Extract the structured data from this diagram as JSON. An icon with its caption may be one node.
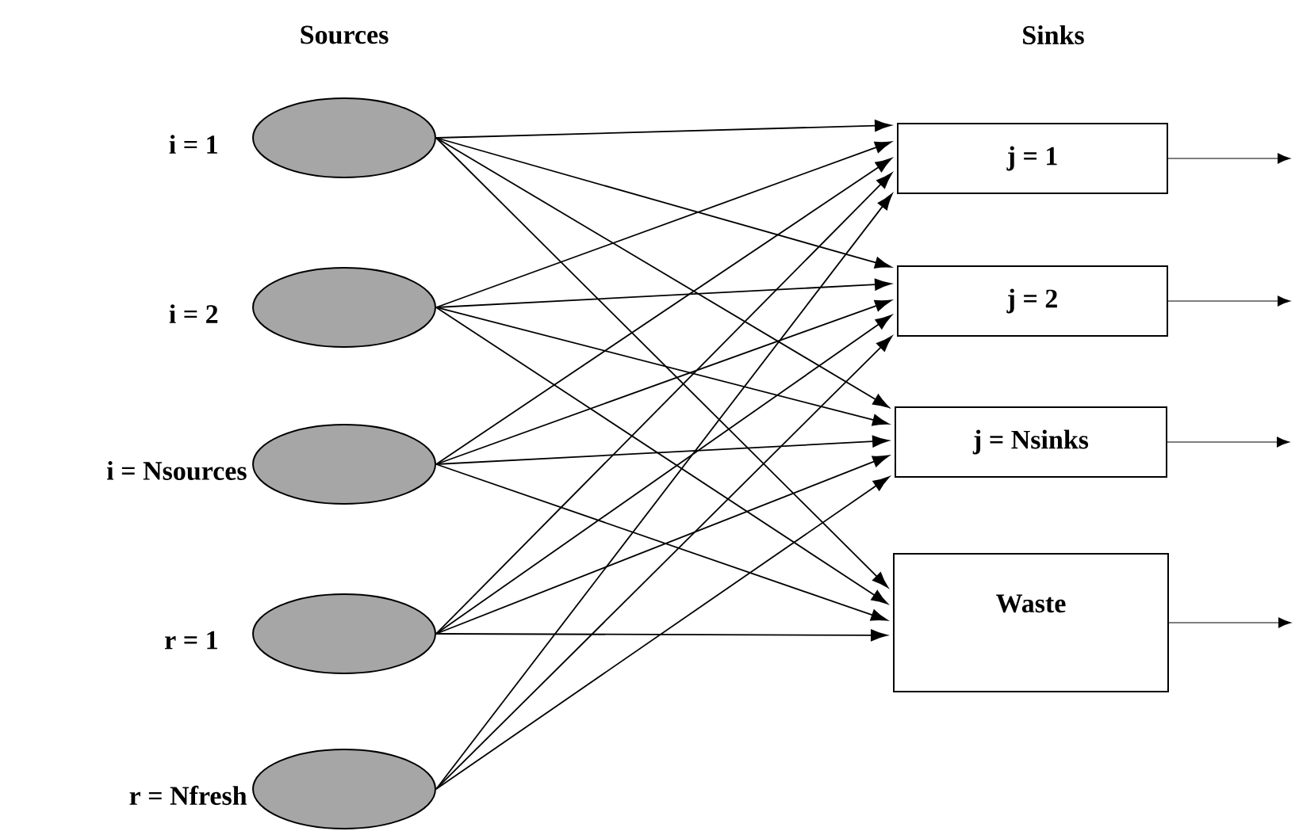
{
  "diagram": {
    "nodes": [
      {
        "text": [],
        "shape": "ellipse",
        "beside": [
          "i = 1"
        ]
      },
      {
        "text": [],
        "shape": "ellipse",
        "beside": [
          "i = 2"
        ]
      },
      {
        "text": [],
        "shape": "ellipse",
        "beside": [
          "i = Nsources"
        ]
      },
      {
        "text": [],
        "shape": "ellipse",
        "beside": [
          "r = 1"
        ]
      },
      {
        "text": [],
        "shape": "ellipse",
        "beside": [
          "r = Nfresh"
        ]
      },
      {
        "text": [
          "j = 1"
        ]
      },
      {
        "text": [
          "j = 2"
        ]
      },
      {
        "text": [
          "j = Nsinks"
        ]
      },
      {
        "text": [
          "Waste"
        ]
      }
    ],
    "edges": [
      {
        "from": 0,
        "to": 5,
        "arrow": "to"
      },
      {
        "from": 0,
        "to": 6,
        "arrow": "to"
      },
      {
        "from": 0,
        "to": 7,
        "arrow": "to"
      },
      {
        "from": 0,
        "to": 8,
        "arrow": "to"
      },
      {
        "from": 1,
        "to": 5,
        "arrow": "to"
      },
      {
        "from": 1,
        "to": 6,
        "arrow": "to"
      },
      {
        "from": 1,
        "to": 7,
        "arrow": "to"
      },
      {
        "from": 1,
        "to": 8,
        "arrow": "to"
      },
      {
        "from": 2,
        "to": 5,
        "arrow": "to"
      },
      {
        "from": 2,
        "to": 6,
        "arrow": "to"
      },
      {
        "from": 2,
        "to": 7,
        "arrow": "to"
      },
      {
        "from": 2,
        "to": 8,
        "arrow": "to"
      },
      {
        "from": 3,
        "to": 5,
        "arrow": "to"
      },
      {
        "from": 3,
        "to": 6,
        "arrow": "to"
      },
      {
        "from": 3,
        "to": 7,
        "arrow": "to"
      },
      {
        "from": 3,
        "to": 8,
        "arrow": "to"
      },
      {
        "from": 4,
        "to": 5,
        "arrow": "to"
      },
      {
        "from": 4,
        "to": 6,
        "arrow": "to"
      },
      {
        "from": 4,
        "to": 7,
        "arrow": "to"
      },
      {
        "from": 5,
        "to": null,
        "arrow": "to"
      },
      {
        "from": 6,
        "to": null,
        "arrow": "to"
      },
      {
        "from": 7,
        "to": null,
        "arrow": "to"
      },
      {
        "from": 8,
        "to": null,
        "arrow": "to"
      }
    ],
    "labels": [
      "Sources",
      "Sinks"
    ]
  }
}
